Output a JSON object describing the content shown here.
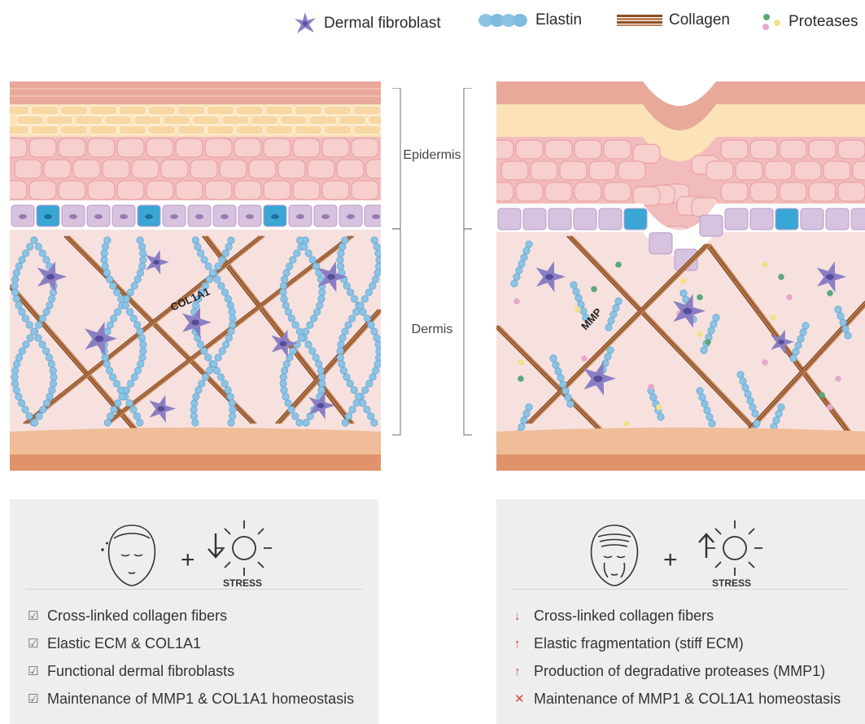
{
  "legend": {
    "fibroblast": "Dermal fibroblast",
    "elastin": "Elastin",
    "collagen": "Collagen",
    "proteases": "Proteases"
  },
  "labels": {
    "epidermis": "Epidermis",
    "dermis": "Dermis",
    "col1a1": "COL1A1",
    "mmp": "MMP"
  },
  "left_box": {
    "stress": "STRESS",
    "plus": "+",
    "items": [
      {
        "mark": "☑",
        "text": "Cross-linked collagen fibers"
      },
      {
        "mark": "☑",
        "text": "Elastic ECM & COL1A1"
      },
      {
        "mark": "☑",
        "text": "Functional dermal fibroblasts"
      },
      {
        "mark": "☑",
        "text": "Maintenance of MMP1 & COL1A1 homeostasis"
      }
    ]
  },
  "right_box": {
    "stress": "STRESS",
    "plus": "+",
    "items": [
      {
        "mark": "↓",
        "text": "Cross-linked collagen fibers"
      },
      {
        "mark": "↑",
        "text": "Elastic fragmentation (stiff ECM)"
      },
      {
        "mark": "↑",
        "text": "Production of degradative proteases (MMP1)"
      },
      {
        "mark": "✕",
        "text": "Maintenance of MMP1 & COL1A1 homeostasis"
      }
    ]
  },
  "colors": {
    "dermis": "#f7e1df",
    "epidermis_cells": "#f5c3c4",
    "granular": "#fbe2b9",
    "stratum": "#e8a89a",
    "basal": "#d7c2df",
    "melanocyte": "#3aa6d6",
    "elastin": "#8cc4e6",
    "collagen": "#a0643a",
    "fibroblast": "#8b7fc4",
    "hypodermis": "#e8a27a"
  }
}
